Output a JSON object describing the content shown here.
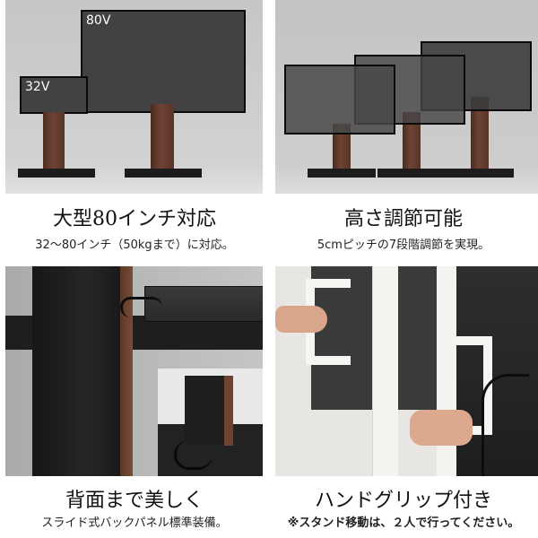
{
  "panels": {
    "size_range": {
      "tv_large_label": "80V",
      "tv_small_label": "32V",
      "title": "大型80インチ対応",
      "subtitle": "32〜80インチ（50kgまで）に対応。"
    },
    "height_adjust": {
      "title": "高さ調節可能",
      "subtitle": "5cmピッチの7段階調節を実現。"
    },
    "back_panel": {
      "title": "背面まで美しく",
      "subtitle": "スライド式バックパネル標準装備。"
    },
    "handgrip": {
      "title": "ハンドグリップ付き",
      "subtitle": "※スタンド移動は、２人で行ってください。"
    }
  }
}
